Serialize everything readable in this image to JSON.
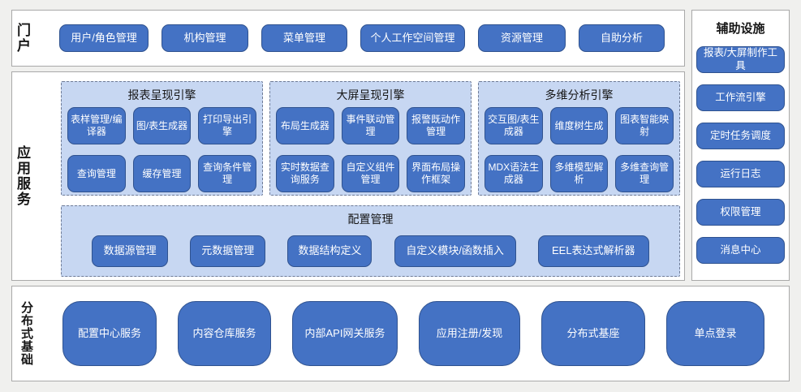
{
  "colors": {
    "accent_blue": "#4472c4",
    "node_border": "#2f528f",
    "node_text": "#ffffff",
    "group_fill": "#c7d7f2",
    "group_border": "#6e7b96",
    "panel_bg": "#ffffff",
    "panel_border": "#a9a9a9",
    "page_bg": "#f0f0ee",
    "label_text": "#161616"
  },
  "portal": {
    "label": "门户",
    "nodes": [
      "用户/角色管理",
      "机构管理",
      "菜单管理",
      "个人工作空间管理",
      "资源管理",
      "自助分析"
    ]
  },
  "app_services": {
    "label": "应用服务",
    "engines": [
      {
        "title": "报表呈现引擎",
        "nodes": [
          "表样管理/编译器",
          "图/表生成器",
          "打印导出引擎",
          "查询管理",
          "缓存管理",
          "查询条件管理"
        ]
      },
      {
        "title": "大屏呈现引擎",
        "nodes": [
          "布局生成器",
          "事件联动管理",
          "报警既动作管理",
          "实时数据查询服务",
          "自定义组件管理",
          "界面布局操作框架"
        ]
      },
      {
        "title": "多维分析引擎",
        "nodes": [
          "交互图/表生成器",
          "维度树生成",
          "图表智能映射",
          "MDX语法生成器",
          "多维模型解析",
          "多维查询管理"
        ]
      }
    ],
    "config": {
      "title": "配置管理",
      "nodes": [
        "数据源管理",
        "元数据管理",
        "数据结构定义",
        "自定义模块/函数插入",
        "EEL表达式解析器"
      ]
    }
  },
  "auxiliary": {
    "label": "辅助设施",
    "nodes": [
      "报表/大屏制作工具",
      "工作流引擎",
      "定时任务调度",
      "运行日志",
      "权限管理",
      "消息中心"
    ]
  },
  "distributed": {
    "label": "分布式基础",
    "nodes": [
      "配置中心服务",
      "内容仓库服务",
      "内部API网关服务",
      "应用注册/发现",
      "分布式基座",
      "单点登录"
    ]
  }
}
